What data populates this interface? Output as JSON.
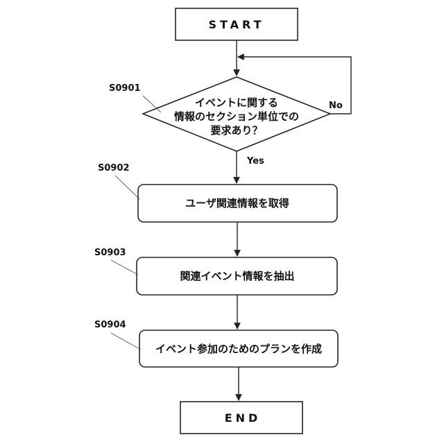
{
  "flowchart": {
    "start": {
      "label": "START"
    },
    "end": {
      "label": "END"
    },
    "decision": {
      "step_id": "S0901",
      "lines": [
        "イベントに関する",
        "情報のセクション単位での",
        "要求あり？"
      ],
      "yes_label": "Yes",
      "no_label": "No"
    },
    "steps": [
      {
        "step_id": "S0902",
        "label": "ユーザ関連情報を取得"
      },
      {
        "step_id": "S0903",
        "label": "関連イベント情報を抽出"
      },
      {
        "step_id": "S0904",
        "label": "イベント参加のためのプランを作成"
      }
    ]
  }
}
